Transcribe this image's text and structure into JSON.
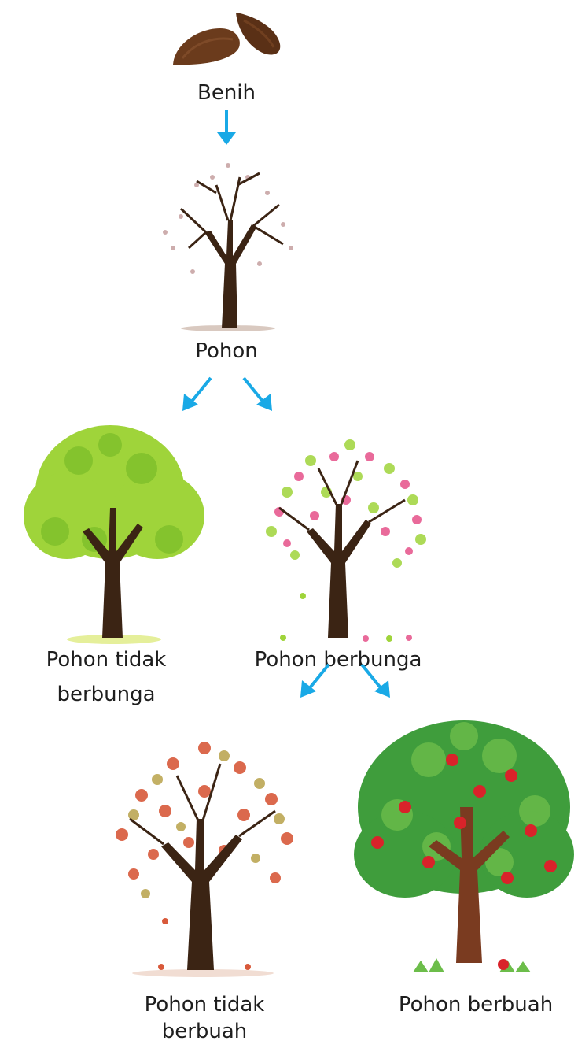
{
  "nodes": {
    "seed": {
      "label": "Benih",
      "icon": "seed-icon"
    },
    "tree": {
      "label": "Pohon",
      "icon": "bare-tree-icon"
    },
    "not_flowering": {
      "label_line1": "Pohon tidak",
      "label_line2": "berbunga",
      "icon": "green-tree-icon"
    },
    "flowering": {
      "label": "Pohon berbunga",
      "icon": "flowering-tree-icon"
    },
    "not_fruiting": {
      "label_line1": "Pohon tidak",
      "label_line2": "berbuah",
      "icon": "autumn-tree-icon"
    },
    "fruiting": {
      "label": "Pohon berbuah",
      "icon": "apple-tree-icon"
    }
  },
  "edges": [
    {
      "from": "seed",
      "to": "tree"
    },
    {
      "from": "tree",
      "to": "not_flowering"
    },
    {
      "from": "tree",
      "to": "flowering"
    },
    {
      "from": "flowering",
      "to": "not_fruiting"
    },
    {
      "from": "flowering",
      "to": "fruiting"
    }
  ],
  "colors": {
    "arrow": "#19a9e6",
    "seed": "#6b3b1c",
    "trunk": "#3b2414",
    "light_green": "#9fd43a",
    "pink": "#e96a9a",
    "autumn": "#d8593a",
    "leaf_green": "#3f9d3c",
    "apple_red": "#d9232a"
  }
}
